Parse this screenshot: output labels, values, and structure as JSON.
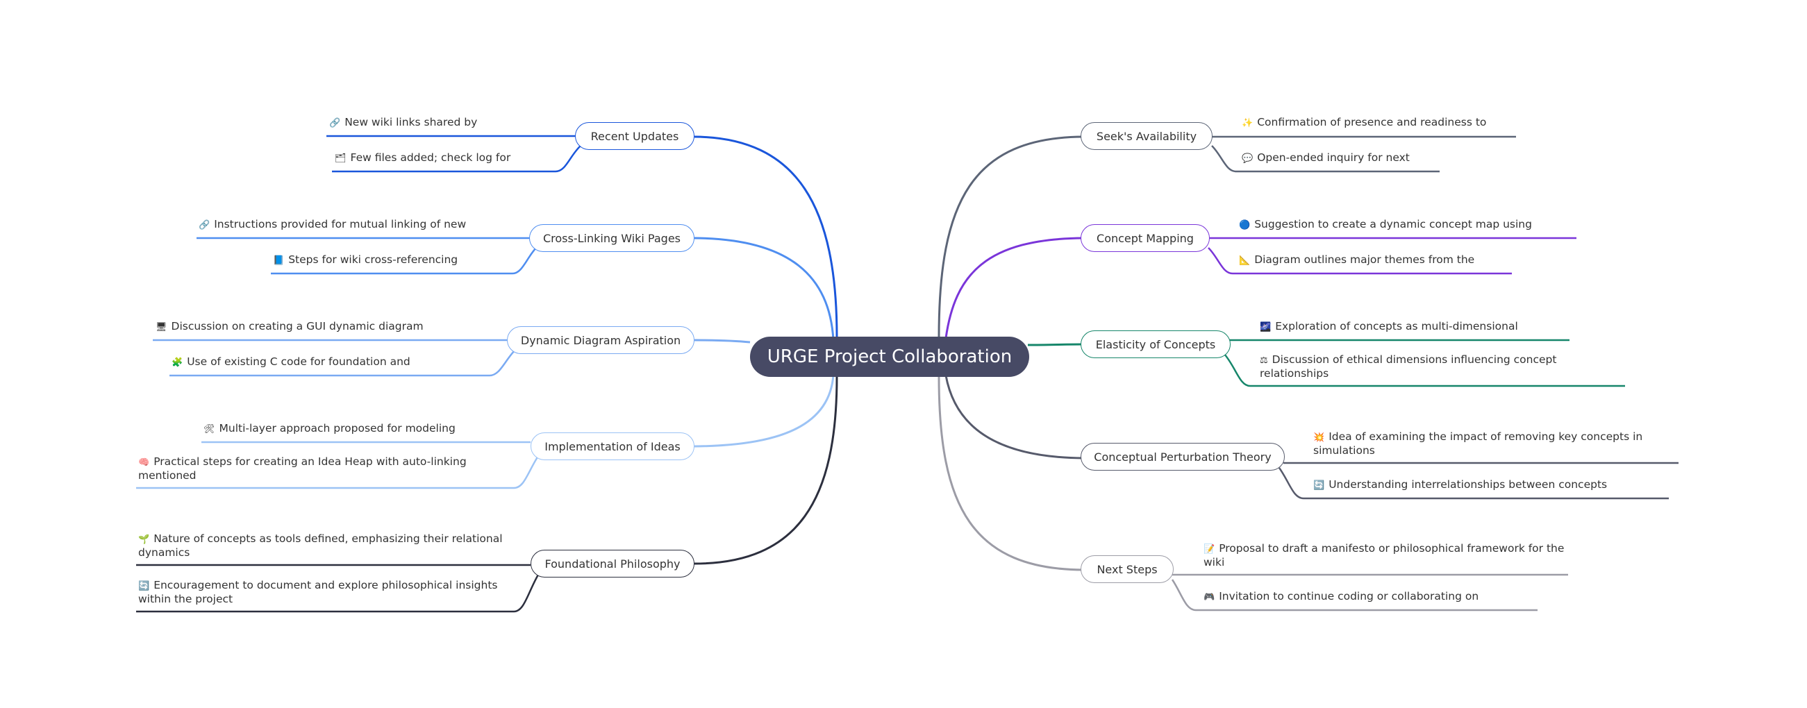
{
  "root": {
    "label": "URGE Project Collaboration"
  },
  "branches": {
    "recent_updates": {
      "label": "Recent Updates",
      "color": "#1a56db",
      "leaves": [
        {
          "icon": "link-icon",
          "glyph": "🔗",
          "text": "New wiki links shared by"
        },
        {
          "icon": "folder-icon",
          "glyph": "🗂",
          "text": "Few files added; check log for"
        }
      ]
    },
    "cross_linking": {
      "label": "Cross-Linking Wiki Pages",
      "color": "#4f8ef0",
      "leaves": [
        {
          "icon": "link-icon",
          "glyph": "🔗",
          "text": "Instructions provided for mutual linking of new"
        },
        {
          "icon": "blue-book-icon",
          "glyph": "📘",
          "text": "Steps for wiki cross-referencing"
        }
      ]
    },
    "dynamic_diagram": {
      "label": "Dynamic Diagram Aspiration",
      "color": "#7aaaf2",
      "leaves": [
        {
          "icon": "computer-icon",
          "glyph": "🖥",
          "text": "Discussion on creating a GUI dynamic diagram"
        },
        {
          "icon": "puzzle-icon",
          "glyph": "🧩",
          "text": "Use of existing C code for foundation and"
        }
      ]
    },
    "implementation": {
      "label": "Implementation of Ideas",
      "color": "#9cc3f5",
      "leaves": [
        {
          "icon": "tools-icon",
          "glyph": "🛠",
          "text": "Multi-layer approach proposed for modeling"
        },
        {
          "icon": "brain-icon",
          "glyph": "🧠",
          "text": "Practical steps for creating an Idea Heap with auto-linking mentioned"
        }
      ]
    },
    "foundational": {
      "label": "Foundational Philosophy",
      "color": "#2c2f3e",
      "leaves": [
        {
          "icon": "seedling-icon",
          "glyph": "🌱",
          "text": "Nature of concepts as tools defined, emphasizing their relational dynamics"
        },
        {
          "icon": "cycle-arrows-icon",
          "glyph": "🔄",
          "text": "Encouragement to document and explore philosophical insights within the project"
        }
      ]
    },
    "availability": {
      "label": "Seek's Availability",
      "color": "#5c6577",
      "leaves": [
        {
          "icon": "sparkles-icon",
          "glyph": "✨",
          "text": "Confirmation of presence and readiness to"
        },
        {
          "icon": "speech-bubble-icon",
          "glyph": "💬",
          "text": "Open-ended inquiry for next"
        }
      ]
    },
    "concept_mapping": {
      "label": "Concept Mapping",
      "color": "#7a35d9",
      "leaves": [
        {
          "icon": "blue-circle-icon",
          "glyph": "🔵",
          "text": "Suggestion to create a dynamic concept map using"
        },
        {
          "icon": "triangular-ruler-icon",
          "glyph": "📐",
          "text": "Diagram outlines major themes from the"
        }
      ]
    },
    "elasticity": {
      "label": "Elasticity of Concepts",
      "color": "#16866a",
      "leaves": [
        {
          "icon": "galaxy-icon",
          "glyph": "🌌",
          "text": "Exploration of concepts as multi-dimensional"
        },
        {
          "icon": "scales-icon",
          "glyph": "⚖",
          "text": "Discussion of ethical dimensions influencing concept relationships"
        }
      ]
    },
    "perturbation": {
      "label": "Conceptual Perturbation Theory",
      "color": "#565a6b",
      "leaves": [
        {
          "icon": "shatter-icon",
          "glyph": "💥",
          "text": "Idea of examining the impact of removing key concepts in simulations"
        },
        {
          "icon": "cycle-arrows-icon",
          "glyph": "🔄",
          "text": "Understanding interrelationships between concepts"
        }
      ]
    },
    "next_steps": {
      "label": "Next Steps",
      "color": "#9c9ca6",
      "leaves": [
        {
          "icon": "memo-icon",
          "glyph": "📝",
          "text": "Proposal to draft a manifesto or philosophical framework for the wiki"
        },
        {
          "icon": "game-controller-icon",
          "glyph": "🎮",
          "text": "Invitation to continue coding or collaborating on"
        }
      ]
    }
  }
}
